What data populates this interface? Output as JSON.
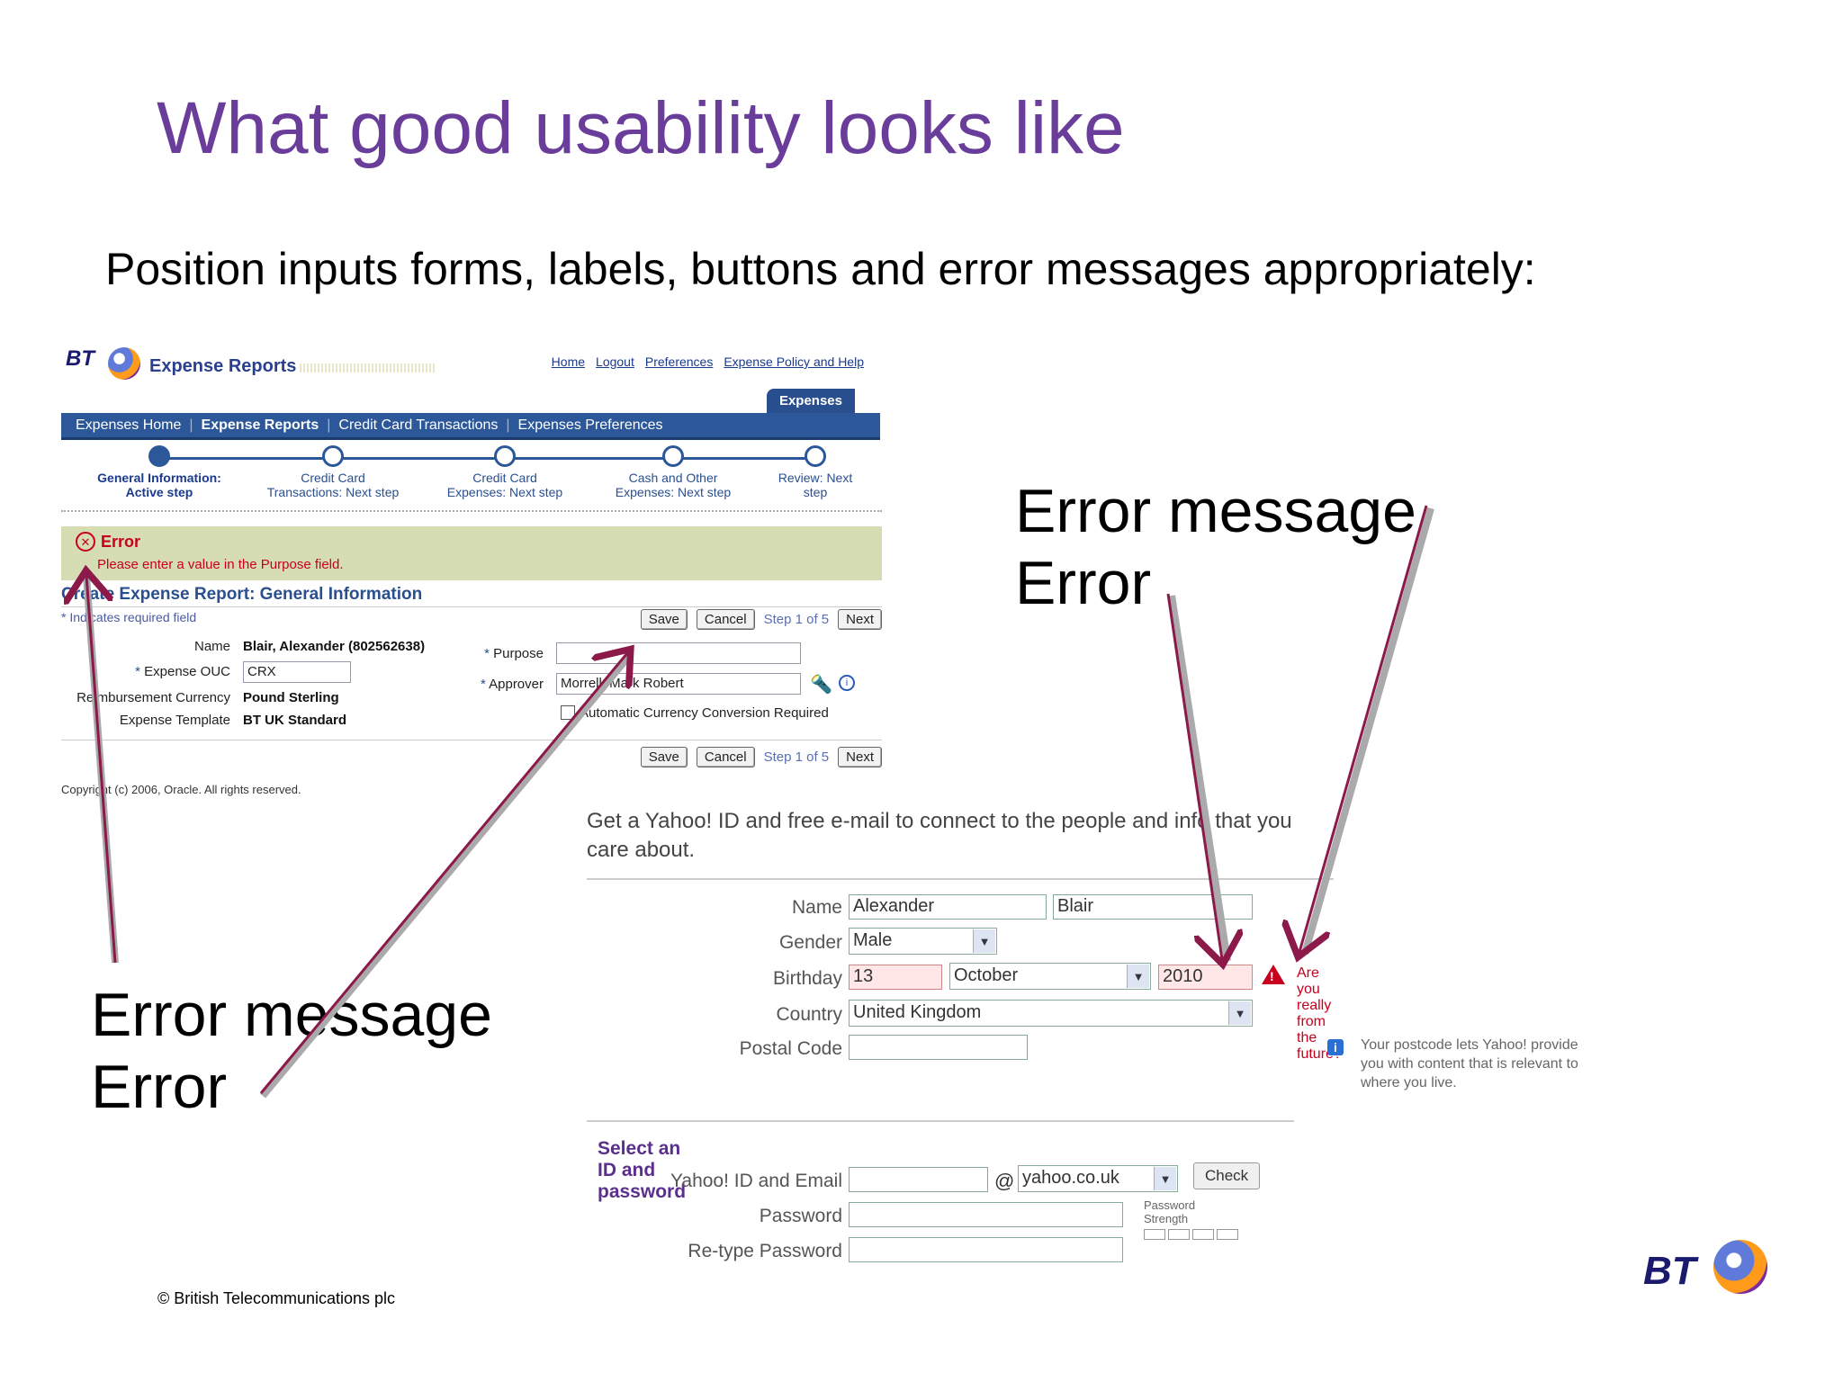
{
  "slide": {
    "title": "What good usability looks like",
    "subtitle": "Position inputs forms, labels, buttons and error messages appropriately:",
    "footer": "© British Telecommunications plc",
    "callout_right": "Error message\nError",
    "callout_left": "Error message\nError",
    "logo_text": "BT"
  },
  "bt_app": {
    "logo": "BT",
    "app_name": "Expense Reports",
    "top_links": [
      "Home",
      "Logout",
      "Preferences",
      "Expense Policy and Help"
    ],
    "tab": "Expenses",
    "nav": [
      "Expenses Home",
      "Expense Reports",
      "Credit Card Transactions",
      "Expenses Preferences"
    ],
    "steps": [
      {
        "line1": "General Information:",
        "line2": "Active step"
      },
      {
        "line1": "Credit Card",
        "line2": "Transactions: Next step"
      },
      {
        "line1": "Credit Card",
        "line2": "Expenses: Next step"
      },
      {
        "line1": "Cash and Other",
        "line2": "Expenses: Next step"
      },
      {
        "line1": "Review: Next",
        "line2": "step"
      }
    ],
    "error_title": "Error",
    "error_message": "Please enter a value in the Purpose field.",
    "section_title": "Create Expense Report: General Information",
    "required_note": "* Indicates required field",
    "buttons": {
      "save": "Save",
      "cancel": "Cancel",
      "step": "Step 1 of 5",
      "next": "Next"
    },
    "fields": {
      "name_label": "Name",
      "name_value": "Blair, Alexander (802562638)",
      "ouc_label": "Expense OUC",
      "ouc_value": "CRX",
      "currency_label": "Reimbursement Currency",
      "currency_value": "Pound Sterling",
      "template_label": "Expense Template",
      "template_value": "BT UK Standard",
      "purpose_label": "Purpose",
      "purpose_value": "",
      "approver_label": "Approver",
      "approver_value": "Morrell, Mark Robert",
      "auto_currency_label": "Automatic Currency Conversion Required"
    },
    "copyright": "Copyright (c) 2006, Oracle. All rights reserved."
  },
  "yahoo": {
    "intro": "Get a Yahoo! ID and free e-mail to connect to the people and info that you care about.",
    "labels": {
      "name": "Name",
      "gender": "Gender",
      "birthday": "Birthday",
      "country": "Country",
      "postal": "Postal Code",
      "yahoo_id": "Yahoo! ID and Email",
      "password": "Password",
      "retype": "Re-type Password"
    },
    "values": {
      "first_name": "Alexander",
      "last_name": "Blair",
      "gender": "Male",
      "day": "13",
      "month": "October",
      "year": "2010",
      "country": "United Kingdom",
      "postal": "",
      "yahoo_id": "",
      "domain": "yahoo.co.uk",
      "password": "",
      "retype": ""
    },
    "birthday_error": "Are you really from the future?",
    "postcode_hint": "Your postcode lets Yahoo! provide you with content that is relevant to where you live.",
    "section_title": "Select an ID and password",
    "at_sign": "@",
    "check_button": "Check",
    "password_strength": "Password Strength"
  },
  "colors": {
    "title": "#6a3d9a",
    "bt_blue": "#2c5899",
    "error_red": "#c8001e",
    "arrow": "#8b1a4a"
  }
}
